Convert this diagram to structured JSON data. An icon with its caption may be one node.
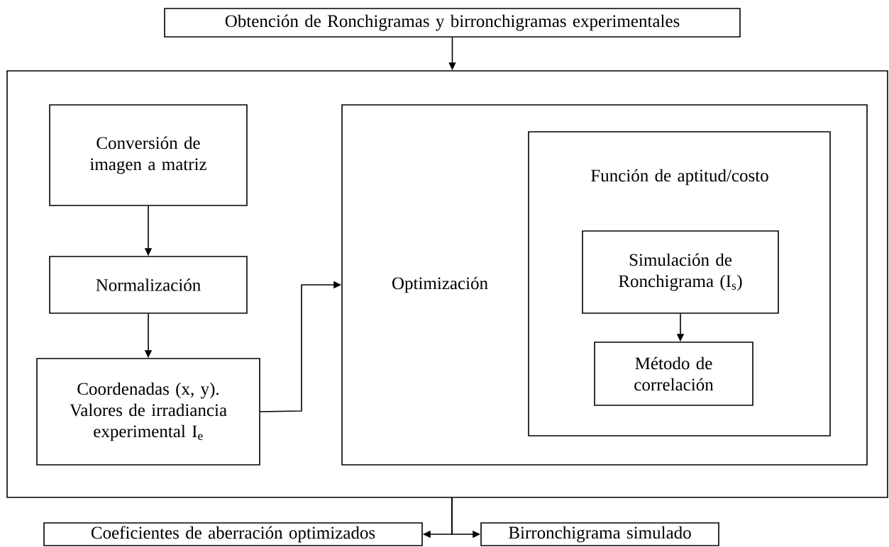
{
  "diagram": {
    "nodes": [
      {
        "text": [
          "Obtención de Ronchigramas y birronchigramas experimentales"
        ]
      },
      {
        "text": [],
        "shape": "box"
      },
      {
        "text": [
          "Conversión de imagen a matriz"
        ],
        "in": 1
      },
      {
        "text": [
          "Normalización"
        ],
        "in": 1
      },
      {
        "text": [
          "Coordenadas (x, y). Valores de irradiancia experimental I$_{e}$"
        ],
        "in": 1
      },
      {
        "text": [
          "Optimización"
        ],
        "in": 1
      },
      {
        "text": [
          "Función de aptitud/costo"
        ],
        "in": 5
      },
      {
        "text": [
          "Simulación de Ronchigrama (I$_{s}$)"
        ],
        "in": 6
      },
      {
        "text": [
          "Método de correlación"
        ],
        "in": 6
      },
      {
        "text": [
          "Coeficientes de aberración optimizados"
        ]
      },
      {
        "text": [
          "Birronchigrama simulado"
        ]
      }
    ],
    "edges": [
      {
        "from": 0,
        "to": 1,
        "arrow": "to"
      },
      {
        "from": 2,
        "to": 3,
        "arrow": "to"
      },
      {
        "from": 3,
        "to": 4,
        "arrow": "to"
      },
      {
        "from": 4,
        "to": 5,
        "arrow": "to"
      },
      {
        "from": 7,
        "to": 8,
        "arrow": "to"
      },
      {
        "from": 1,
        "to": 9,
        "arrow": "to"
      },
      {
        "from": 1,
        "to": 10,
        "arrow": "to"
      }
    ]
  }
}
